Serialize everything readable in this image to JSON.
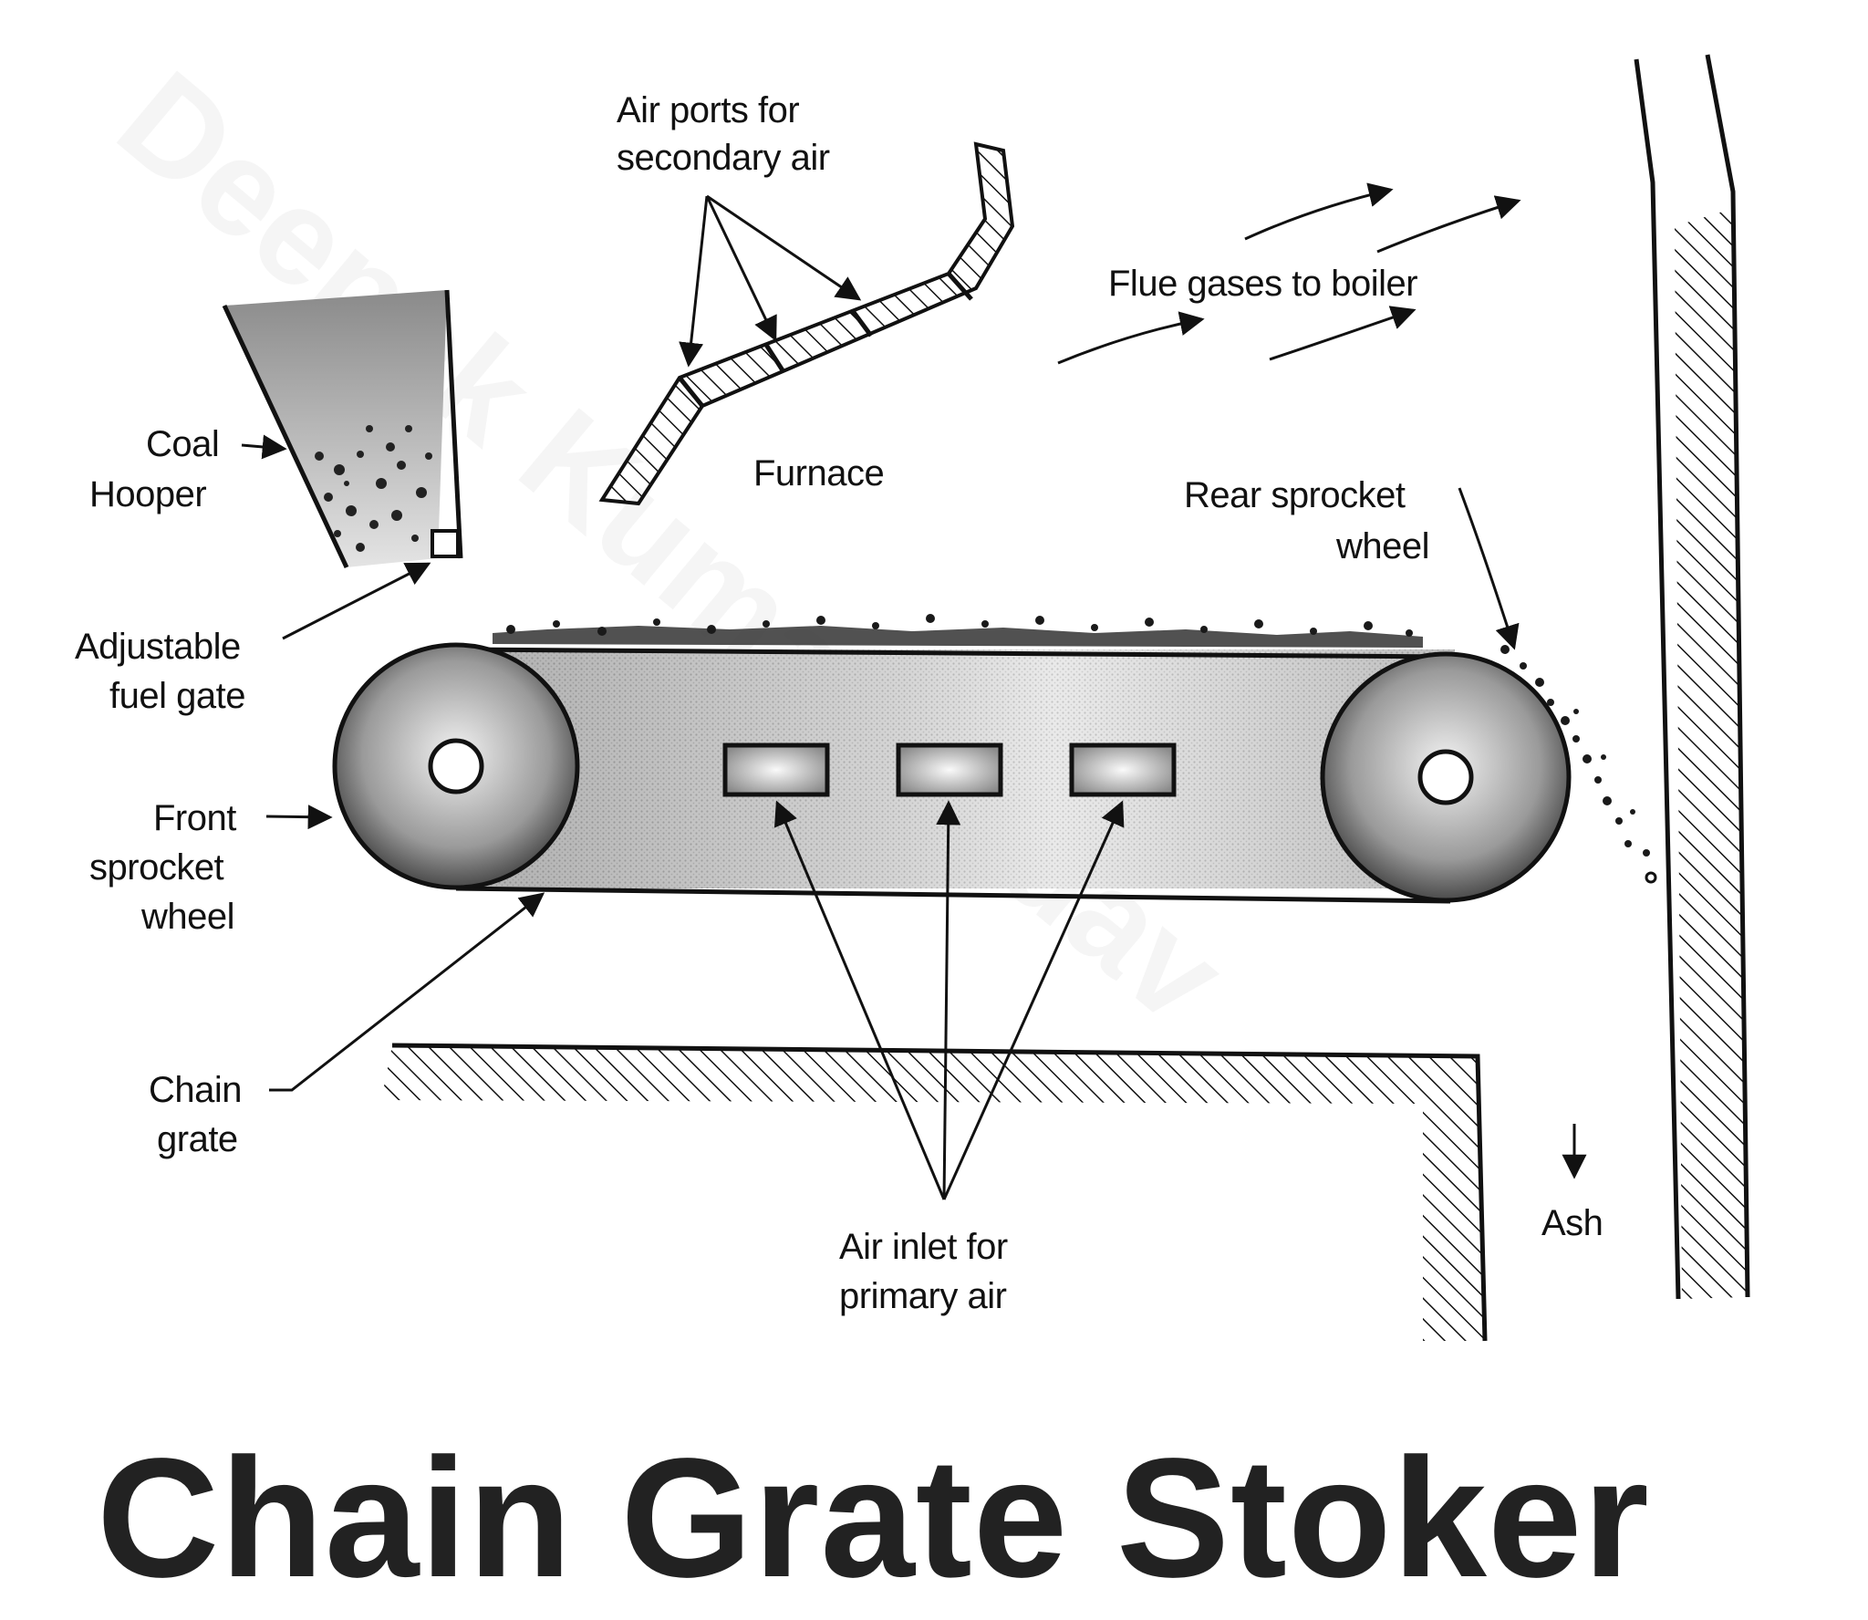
{
  "title": "Chain Grate Stoker",
  "watermark": "Deepak Kumar Yadav",
  "labels": {
    "air_ports_line1": "Air ports for",
    "air_ports_line2": "secondary air",
    "flue_gases": "Flue gases to boiler",
    "coal_line1": "Coal",
    "coal_line2": "Hooper",
    "furnace": "Furnace",
    "rear_line1": "Rear sprocket",
    "rear_line2": "wheel",
    "gate_line1": "Adjustable",
    "gate_line2": "fuel gate",
    "front_line1": "Front",
    "front_line2": "sprocket",
    "front_line3": "wheel",
    "chain_line1": "Chain",
    "chain_line2": "grate",
    "ash": "Ash",
    "air_inlet_line1": "Air inlet for",
    "air_inlet_line2": "primary air"
  },
  "colors": {
    "ink": "#111111",
    "fill_dark": "#8f8f8f",
    "fill_light": "#e8e8e8",
    "title": "#222222"
  }
}
